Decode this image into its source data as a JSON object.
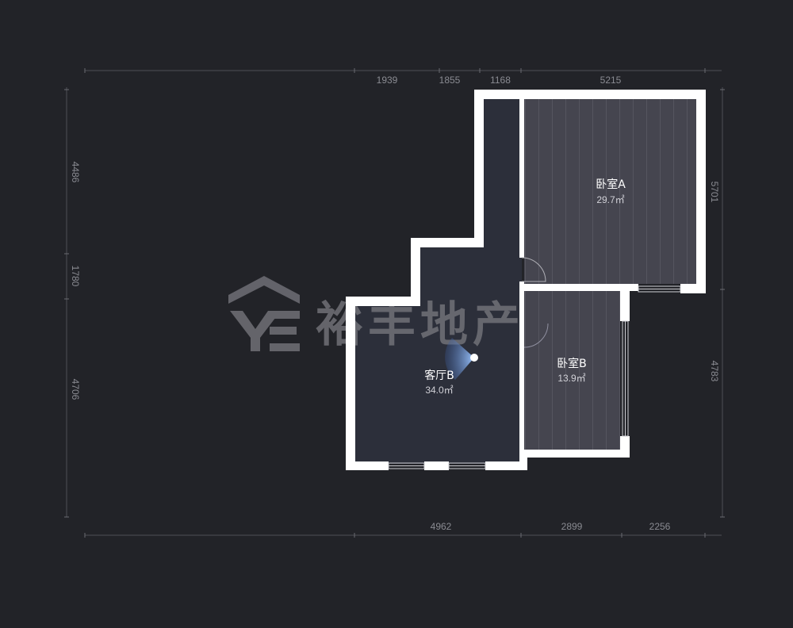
{
  "dimensions": {
    "top": [
      "1939",
      "1855",
      "1168",
      "5215"
    ],
    "bottom": [
      "4962",
      "2899",
      "2256"
    ],
    "left": [
      "4486",
      "1780",
      "4706"
    ],
    "right": [
      "5701",
      "4783"
    ]
  },
  "rooms": [
    {
      "name": "卧室A",
      "area": "29.7㎡"
    },
    {
      "name": "卧室B",
      "area": "13.9㎡"
    },
    {
      "name": "客厅B",
      "area": "34.0㎡"
    }
  ],
  "watermark": {
    "text": "裕丰地产"
  },
  "colors": {
    "background": "#222328",
    "wall": "#ffffff",
    "living_floor": "#2c2f3a",
    "bedroom_floor": "#45454f",
    "camera": "#6fa0e0"
  }
}
